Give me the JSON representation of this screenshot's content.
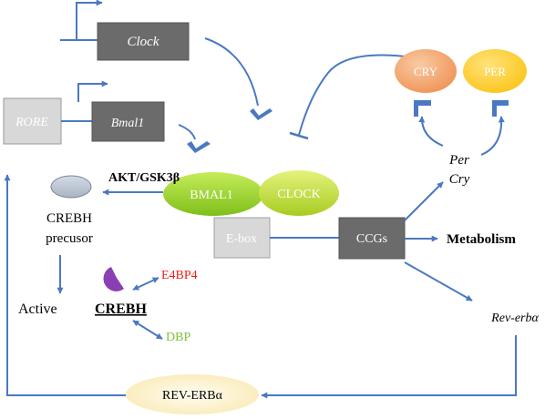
{
  "genes": {
    "clock": "Clock",
    "rore": "RORE",
    "bmal1": "Bmal1"
  },
  "proteins": {
    "cry": "CRY",
    "per": "PER",
    "bmal1": "BMAL1",
    "clock": "CLOCK",
    "rev_erb_alpha": "REV-ERBα"
  },
  "boxes": {
    "ebox": "E-box",
    "ccgs": "CCGs"
  },
  "labels": {
    "per": "Per",
    "cry": "Cry",
    "akt": "AKT/GSK3β",
    "creb_precursor_line1": "CREBH",
    "creb_precursor_line2": "precusor",
    "active": "Active",
    "crebh": "CREBH",
    "e4bp4": "E4BP4",
    "dbp": "DBP",
    "metabolism": "Metabolism",
    "rev_erba_gene": "Rev-erbα"
  },
  "colors": {
    "arrow": "#4a79c2",
    "gene_box": "#6b6b6b",
    "light_box": "#d8d8d8",
    "bmal1_fill": "#9fd42a",
    "clock_fill": "#c8e03c",
    "cry_fill": "#f2a46e",
    "per_fill": "#ffd12e",
    "rev_erb_fill": "#fdf3cf",
    "e4bp4": "#e8211e",
    "dbp": "#7ec23a",
    "crescent": "#8a3fb4"
  }
}
